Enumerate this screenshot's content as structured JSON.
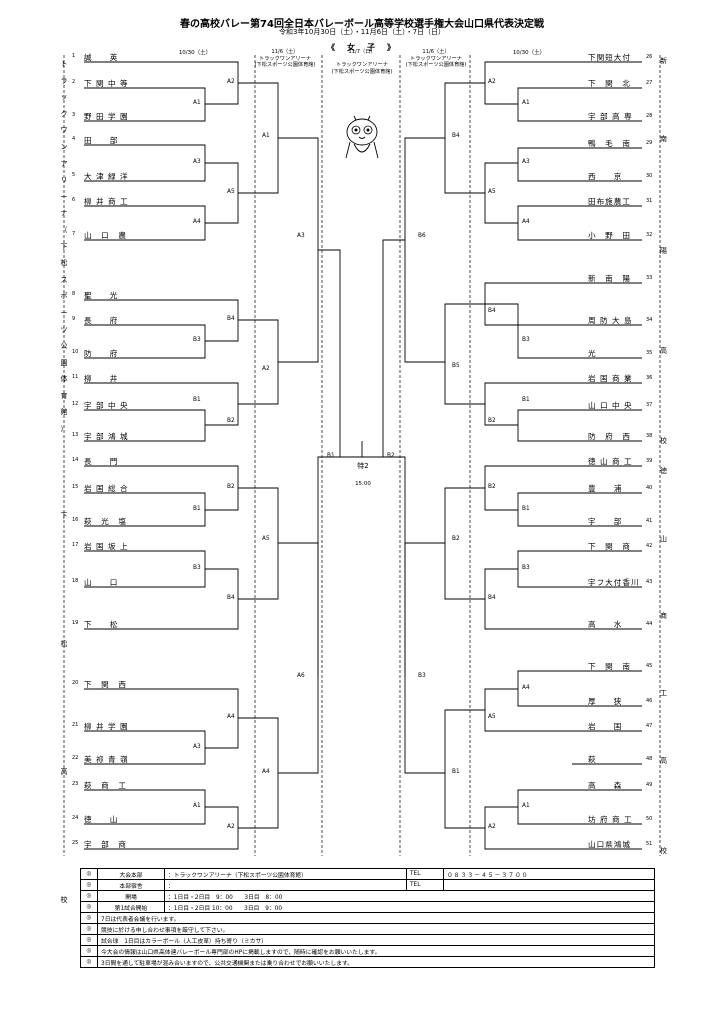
{
  "header": {
    "title": "春の高校バレー第74回全日本バレーボール高等学校選手権大会山口県代表決定戦",
    "subtitle": "令和3年10月30日（土）・11月6日（土）・7日（日）",
    "gender": "《　女　子　》"
  },
  "columns": {
    "left_r1_date": "10/30（土）",
    "left_r2_date": "11/6（土）",
    "left_r2_venue1": "トラックワンアリーナ",
    "left_r2_venue2": "(下松スポーツ公園体育館)",
    "center_date": "11/7（日）",
    "center_venue1": "トラックワンアリーナ",
    "center_venue2": "(下松スポーツ公園体育館)",
    "right_r2_date": "11/6（土）",
    "right_r2_venue1": "トラックワンアリーナ",
    "right_r2_venue2": "(下松スポーツ公園体育館)",
    "right_r1_date": "10/30（土）"
  },
  "left_venue_label": [
    "ト",
    "ラ",
    "ッ",
    "ク",
    "ワ",
    "ン",
    "ア",
    "リ",
    "ー",
    "ナ",
    "（",
    "下",
    "松",
    "ス",
    "ポ",
    "ー",
    "ツ",
    "公",
    "園",
    "体",
    "育",
    "館",
    "）"
  ],
  "left_venue_bottom": [
    "下",
    "松",
    "高",
    "校"
  ],
  "right_venue_labels": [
    "新",
    "南",
    "陽",
    "高",
    "校",
    "徳",
    "山",
    "商",
    "工",
    "高",
    "校"
  ],
  "left_teams": [
    {
      "num": "1",
      "name": "誠　　英"
    },
    {
      "num": "2",
      "name": "下 関 中 等"
    },
    {
      "num": "3",
      "name": "野 田 学 園"
    },
    {
      "num": "4",
      "name": "田　　部"
    },
    {
      "num": "5",
      "name": "大 津 緑 洋"
    },
    {
      "num": "6",
      "name": "柳 井 商 工"
    },
    {
      "num": "7",
      "name": "山　口　農"
    },
    {
      "num": "8",
      "name": "聖　　光"
    },
    {
      "num": "9",
      "name": "長　　府"
    },
    {
      "num": "10",
      "name": "防　　府"
    },
    {
      "num": "11",
      "name": "柳　　井"
    },
    {
      "num": "12",
      "name": "宇 部 中 央"
    },
    {
      "num": "13",
      "name": "宇 部 鴻 城"
    },
    {
      "num": "14",
      "name": "長　　門"
    },
    {
      "num": "15",
      "name": "岩 国 総 合"
    },
    {
      "num": "16",
      "name": "萩　光　塩"
    },
    {
      "num": "17",
      "name": "岩 国 坂 上"
    },
    {
      "num": "18",
      "name": "山　　口"
    },
    {
      "num": "19",
      "name": "下　　松"
    },
    {
      "num": "20",
      "name": "下　関　西"
    },
    {
      "num": "21",
      "name": "柳 井 学 園"
    },
    {
      "num": "22",
      "name": "美 祢 青 嶺"
    },
    {
      "num": "23",
      "name": "萩　商　工"
    },
    {
      "num": "24",
      "name": "徳　　山"
    },
    {
      "num": "25",
      "name": "宇　部　商"
    }
  ],
  "right_teams": [
    {
      "num": "26",
      "name": "下関短大付"
    },
    {
      "num": "27",
      "name": "下　関　北"
    },
    {
      "num": "28",
      "name": "宇 部 高 専"
    },
    {
      "num": "29",
      "name": "鴨　毛　南"
    },
    {
      "num": "30",
      "name": "西　　京"
    },
    {
      "num": "31",
      "name": "田布施農工"
    },
    {
      "num": "32",
      "name": "小　野　田"
    },
    {
      "num": "33",
      "name": "新　南　陽"
    },
    {
      "num": "34",
      "name": "周 防 大 島"
    },
    {
      "num": "35",
      "name": "光"
    },
    {
      "num": "36",
      "name": "岩 国 商 業"
    },
    {
      "num": "37",
      "name": "山 口 中 央"
    },
    {
      "num": "38",
      "name": "防　府　西"
    },
    {
      "num": "39",
      "name": "徳 山 商 工"
    },
    {
      "num": "40",
      "name": "豊　　浦"
    },
    {
      "num": "41",
      "name": "宇　　部"
    },
    {
      "num": "42",
      "name": "下　関　商"
    },
    {
      "num": "43",
      "name": "宇フ大付香川"
    },
    {
      "num": "44",
      "name": "高　　水"
    },
    {
      "num": "45",
      "name": "下　関　南"
    },
    {
      "num": "46",
      "name": "厚　　狭"
    },
    {
      "num": "47",
      "name": "岩　　国"
    },
    {
      "num": "48",
      "name": "萩"
    },
    {
      "num": "49",
      "name": "高　　森"
    },
    {
      "num": "50",
      "name": "坊 府 商 工"
    },
    {
      "num": "51",
      "name": "山口県鴻城"
    }
  ],
  "matches": {
    "L_A2a": "A2",
    "L_A1a": "A1",
    "L_A3a": "A3",
    "L_A5a": "A5",
    "L_A4a": "A4",
    "L_A1b": "A1",
    "L_A3c": "A3",
    "L_B4a": "B4",
    "L_B3a": "B3",
    "L_A2b": "A2",
    "L_B1a": "B1",
    "L_B2a": "B2",
    "L_B2b": "B2",
    "L_B1b": "B1",
    "L_A5b": "A5",
    "L_B3b": "B3",
    "L_B4b": "B4",
    "L_A4b": "A4",
    "L_A3b": "A3",
    "L_A4c": "A4",
    "L_A1c": "A1",
    "L_A2c": "A2",
    "L_A6": "A6",
    "C_B1": "B1",
    "C_B2": "B2",
    "final": "特2",
    "final_time": "15:00",
    "R_A2a": "A2",
    "R_A1a": "A1",
    "R_B4a": "B4",
    "R_A3a": "A3",
    "R_A5a": "A5",
    "R_A4a": "A4",
    "R_B6": "B6",
    "R_B4b": "B4",
    "R_B3a": "B3",
    "R_B5": "B5",
    "R_B1a": "B1",
    "R_B2a": "B2",
    "R_B2b": "B2",
    "R_B1b": "B1",
    "R_B2c": "B2",
    "R_B3b": "B3",
    "R_B4c": "B4",
    "R_B3c": "B3",
    "R_A4b": "A4",
    "R_A5b": "A5",
    "R_B1c": "B1",
    "R_A1b": "A1",
    "R_A2b": "A2"
  },
  "info": {
    "mark": "◎",
    "hq_label": "大会本部",
    "hq_value": "：トラックワンアリーナ（下松スポーツ公園体育館）",
    "tel_label": "TEL",
    "tel_value": "０８３３－４５－３７００",
    "lodging_label": "本部宿舎",
    "lodging_value": "：",
    "tel2_label": "TEL",
    "open_label": "開場",
    "open_value": "：1日目・2日目　9：00　　3日目　8：00",
    "start_label": "第1試合開始",
    "start_value": "：1日目・2日目 10：00　　3日目　9：00",
    "notes": [
      "7日は代表者会議を行います。",
      "競技に於ける申し合わせ事項を厳守して下さい。",
      "試合球　1日目はカラーボール（人工皮革）持ち寄り（ミカサ）",
      "今大会の情報は山口県高体連バレーボール専門部のHPに掲載しますので、随時に確認をお願いいたします。",
      "3日間を通して駐車場が混み合いますので、公共交通機関または乗り合わせでお願いいたします。"
    ]
  }
}
